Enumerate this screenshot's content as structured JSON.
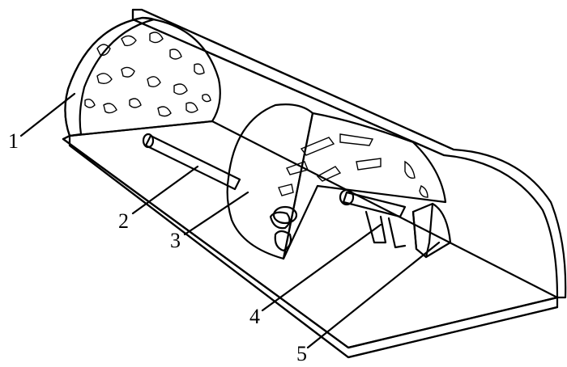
{
  "diagram": {
    "labels": [
      {
        "id": "1",
        "text": "1"
      },
      {
        "id": "2",
        "text": "2"
      },
      {
        "id": "3",
        "text": "3"
      },
      {
        "id": "4",
        "text": "4"
      },
      {
        "id": "5",
        "text": "5"
      }
    ]
  },
  "colors": {
    "ink": "#000000",
    "background": "#ffffff"
  }
}
